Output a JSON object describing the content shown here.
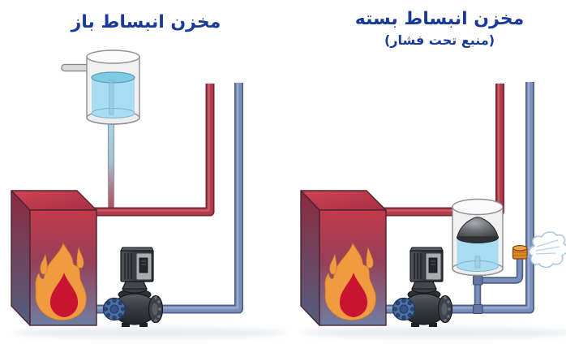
{
  "titles": {
    "left": "مخزن انبساط باز",
    "right": "مخزن انبساط بسته",
    "right_subtitle": "(منبع تحت فشار)"
  },
  "colors": {
    "title_text": "#1a3a9a",
    "hot_pipe": "#b23c4c",
    "hot_pipe_outline": "#7d2531",
    "return_pipe": "#7990bb",
    "return_pipe_outline": "#4f6088",
    "water": "#a9dcf1",
    "flame_outer": "#f09b40",
    "flame_inner": "#c81430",
    "valve": "#e08728",
    "background": "#ffffff"
  }
}
